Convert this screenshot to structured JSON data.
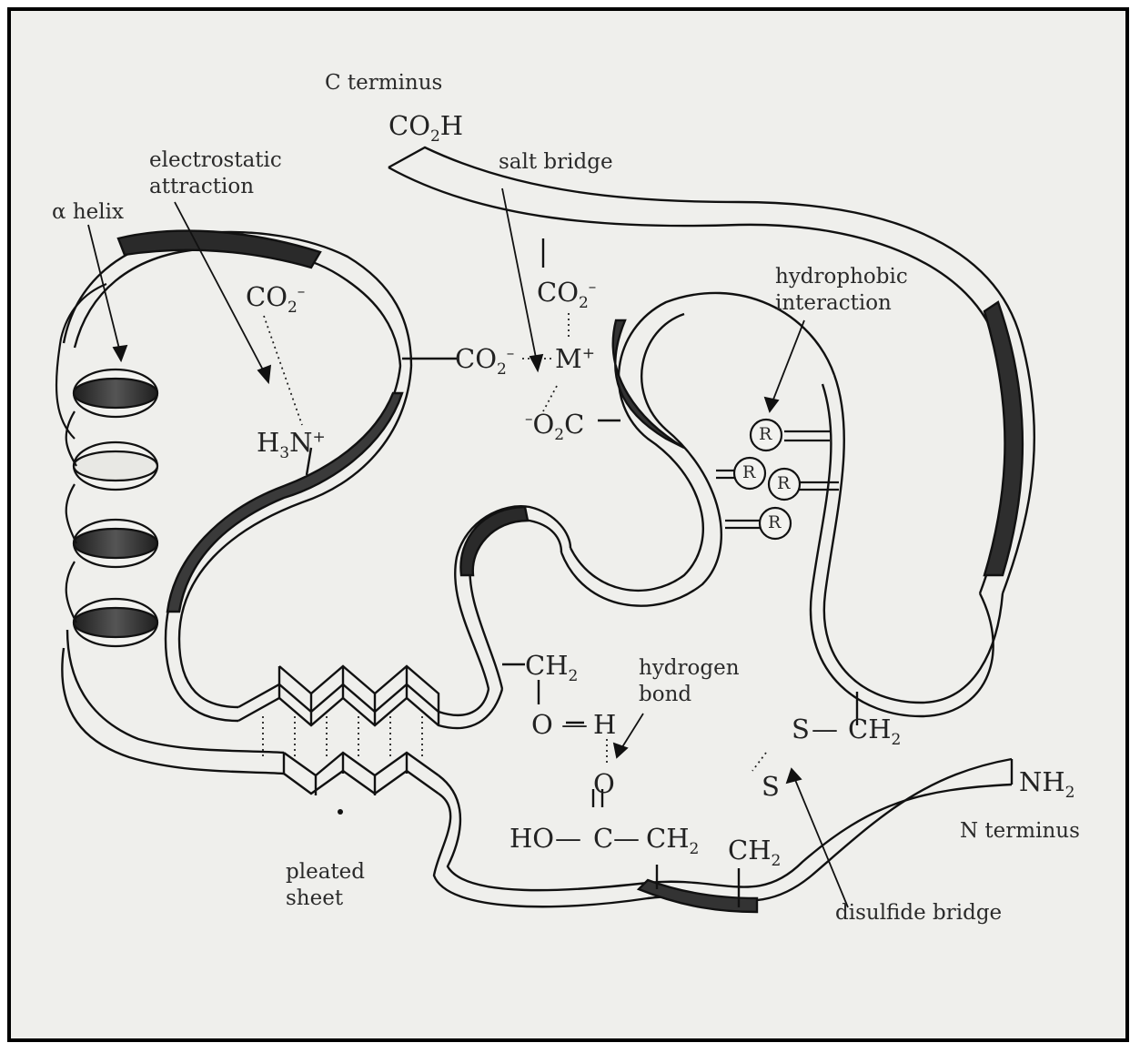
{
  "labels": {
    "c_terminus": "C terminus",
    "electrostatic": "electrostatic\nattraction",
    "alpha_helix": "α helix",
    "salt_bridge": "salt bridge",
    "hydrophobic": "hydrophobic\ninteraction",
    "hydrogen_bond": "hydrogen\nbond",
    "pleated_sheet": "pleated\nsheet",
    "disulfide": "disulfide bridge",
    "n_terminus": "N terminus"
  },
  "groups": {
    "r": "R",
    "metal": "M",
    "co2": "CO",
    "co2h_h": "H",
    "nh": "NH",
    "h3n_h": "H",
    "h3n_n": "N",
    "o2c_o": "O",
    "o2c_c": "C",
    "ch": "CH",
    "o": "O",
    "h": "H",
    "s": "S",
    "c": "C",
    "ho": "HO",
    "sub2": "2",
    "sub3": "3",
    "minus": "–",
    "plus": "+",
    "bond": "—"
  }
}
